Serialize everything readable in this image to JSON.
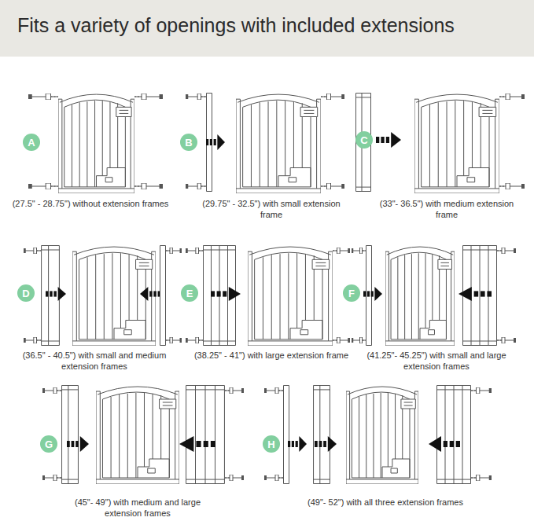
{
  "diagram": {
    "title": "Fits a variety of openings with included extensions",
    "nodes": [
      {
        "text": [
          "A"
        ]
      },
      {
        "text": [
          "B"
        ]
      },
      {
        "text": [
          "C"
        ]
      },
      {
        "text": [
          "D"
        ]
      },
      {
        "text": [
          "E"
        ]
      },
      {
        "text": [
          "F"
        ]
      },
      {
        "text": [
          "G"
        ]
      },
      {
        "text": [
          "H"
        ]
      }
    ],
    "labels": [
      "(27.5\" - 28.75\") without extension frames",
      "(29.75\" - 32.5\") with small extension frame",
      "(33\"- 36.5\") with medium extension frame",
      "(36.5\" - 40.5\") with small and medium extension frames",
      "(38.25\" - 41\") with large extension frame",
      "(41.25\"- 45.25\") with small and large extension frames",
      "(45\"- 49\") with medium and large extension frames",
      "(49\"- 52\") with all three extension frames"
    ]
  }
}
